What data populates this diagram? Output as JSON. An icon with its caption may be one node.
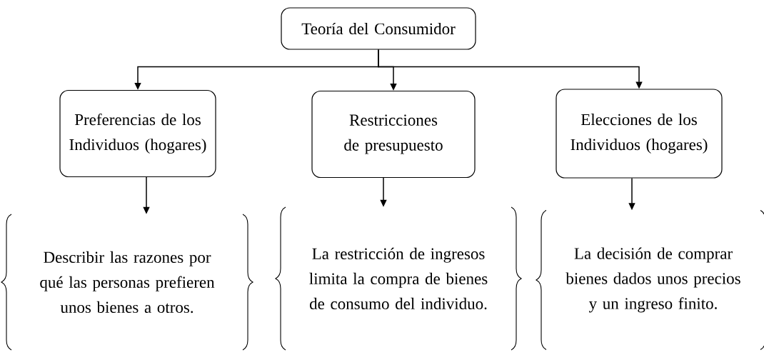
{
  "diagram": {
    "nodes": [
      {
        "text": [
          "Teoría del Consumidor"
        ]
      },
      {
        "text": [
          "Preferencias de los Individuos (hogares)"
        ]
      },
      {
        "text": [
          "Restricciones de presupuesto"
        ]
      },
      {
        "text": [
          "Elecciones de los Individuos (hogares)"
        ]
      },
      {
        "text": [
          "Describir las razones por qué las personas prefieren unos bienes a otros."
        ]
      },
      {
        "text": [
          "La restricción de ingresos limita la compra de bienes de consumo del individuo."
        ]
      },
      {
        "text": [
          "La decisión de comprar bienes dados unos precios y un ingreso finito."
        ]
      }
    ],
    "edges": [
      {
        "from": 0,
        "to": 1,
        "arrow": "to"
      },
      {
        "from": 0,
        "to": 2,
        "arrow": "to"
      },
      {
        "from": 0,
        "to": 3,
        "arrow": "to"
      },
      {
        "from": 1,
        "to": 4,
        "arrow": "to"
      },
      {
        "from": 2,
        "to": 5,
        "arrow": "to"
      },
      {
        "from": 3,
        "to": 6,
        "arrow": "to"
      }
    ]
  }
}
